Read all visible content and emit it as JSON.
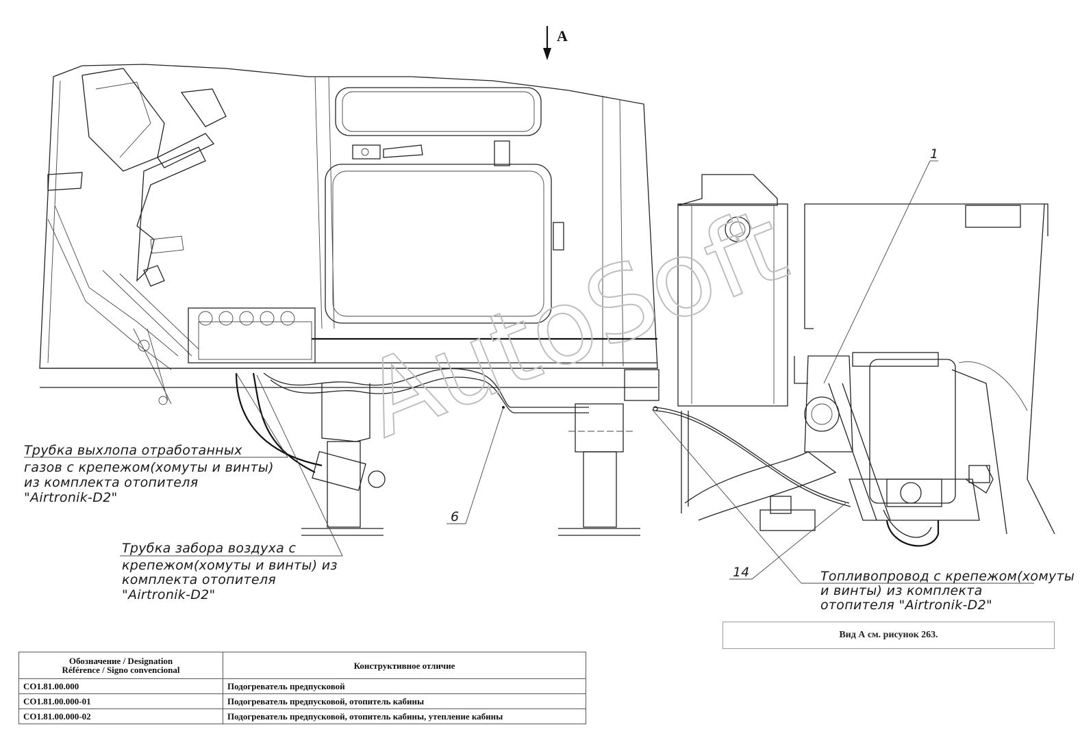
{
  "view_arrow": {
    "letter": "A"
  },
  "watermark": "AutoSoft",
  "callouts": {
    "exhaust_pipe": [
      "Трубка выхлопа отработанных",
      "газов с крепежом(хомуты и винты)",
      "из комплекта отопителя",
      "\"Airtronik-D2\""
    ],
    "air_intake": [
      "Трубка забора воздуха с",
      "крепежом(хомуты и винты) из",
      "комплекта отопителя",
      "\"Airtronik-D2\""
    ],
    "fuel_line": [
      "Топливопровод с крепежом(хомуты",
      "и винты) из комплекта",
      "отопителя \"Airtronik-D2\""
    ]
  },
  "position_numbers": {
    "p1": "1",
    "p6": "6",
    "p14": "14"
  },
  "note": "Вид А см. рисунок 263.",
  "spec_table": {
    "header": {
      "designation_line1": "Обозначение / Designation",
      "designation_line2": "Référence / Signo convencional",
      "difference": "Конструктивное отличие"
    },
    "rows": [
      {
        "designation": "СО1.81.00.000",
        "difference": "Подогреватель предпусковой"
      },
      {
        "designation": "СО1.81.00.000-01",
        "difference": "Подогреватель предпусковой, отопитель кабины"
      },
      {
        "designation": "СО1.81.00.000-02",
        "difference": "Подогреватель предпусковой, отопитель кабины, утепление кабины"
      }
    ]
  },
  "colors": {
    "line": "#222222",
    "watermark": "#bdbdbd",
    "border": "#555555"
  }
}
